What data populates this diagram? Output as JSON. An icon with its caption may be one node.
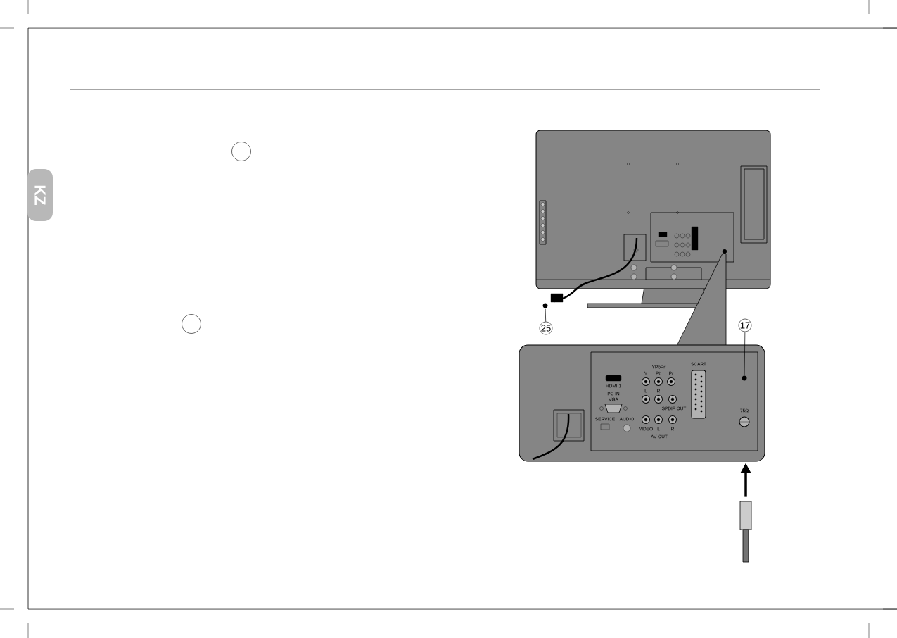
{
  "diagram": {
    "nodes": [
      {
        "text": [
          "KZ"
        ]
      },
      {
        "text": [],
        "shape": "circle"
      },
      {
        "text": [],
        "shape": "circle"
      },
      {
        "text": [],
        "shape": "circle"
      },
      {
        "text": [
          "25"
        ]
      },
      {
        "text": [
          "17"
        ]
      },
      {
        "text": [],
        "shape": "picture"
      },
      {
        "text": [],
        "shape": "circle",
        "in": 6
      },
      {
        "text": [],
        "shape": "box"
      }
    ],
    "edges": [
      {
        "from": 4,
        "to": 3,
        "arrow": "none"
      },
      {
        "from": 5,
        "to": 7,
        "arrow": "none"
      },
      {
        "from": 8,
        "to": 6,
        "arrow": "to",
        "style": "thick"
      }
    ],
    "labels": [
      "SCART",
      "YPbPr",
      "Y",
      "Pb",
      "Pr",
      "HDMI 1",
      "PC IN",
      "VGA",
      "L",
      "R",
      "SPDIF OUT",
      "75Ω",
      "SERVICE",
      "AUDIO",
      "VIDEO",
      "L",
      "R",
      "AV OUT"
    ]
  }
}
